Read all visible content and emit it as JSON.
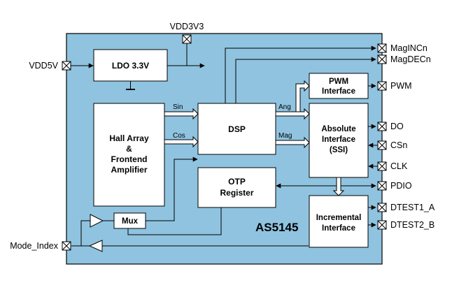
{
  "chip": {
    "name": "AS5145"
  },
  "blocks": {
    "ldo": "LDO 3.3V",
    "hall": [
      "Hall Array",
      "&",
      "Frontend",
      "Amplifier"
    ],
    "dsp": "DSP",
    "pwm": [
      "PWM",
      "Interface"
    ],
    "absolute": [
      "Absolute",
      "Interface",
      "(SSI)"
    ],
    "otp": [
      "OTP",
      "Register"
    ],
    "incremental": [
      "Incremental",
      "Interface"
    ],
    "mux": "Mux"
  },
  "signals": {
    "sin": "Sin",
    "cos": "Cos",
    "ang": "Ang",
    "mag": "Mag"
  },
  "pins": {
    "vdd3v3": "VDD3V3",
    "vdd5v": "VDD5V",
    "maginc": "MagINCn",
    "magdec": "MagDECn",
    "pwm": "PWM",
    "do": "DO",
    "csn": "CSn",
    "clk": "CLK",
    "pdio": "PDIO",
    "dtest1": "DTEST1_A",
    "dtest2": "DTEST2_B",
    "mode": "Mode_Index"
  },
  "colors": {
    "chip_fill": "#8fc3e0",
    "block_fill": "#ffffff",
    "line": "#000000"
  }
}
